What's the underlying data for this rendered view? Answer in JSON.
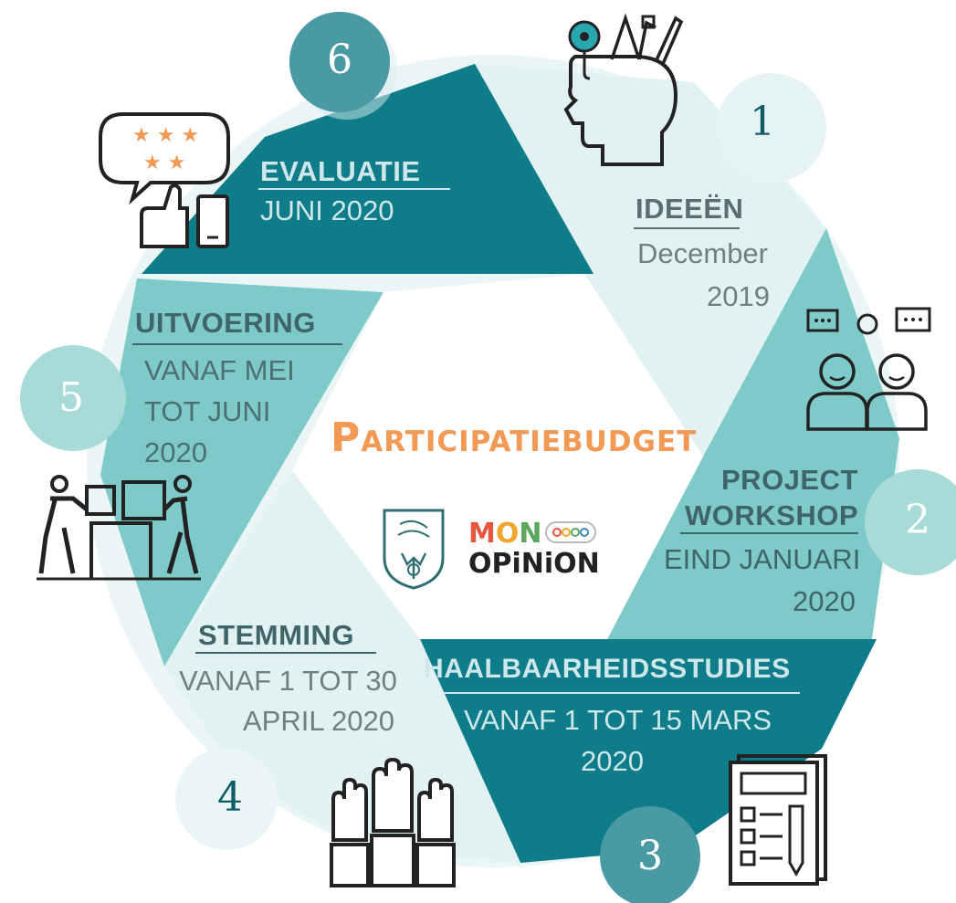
{
  "title": "Participatiebudget",
  "logo": {
    "text_top": "MON",
    "text_bottom": "OPiNiON"
  },
  "colors": {
    "dark_teal": "#0f7c89",
    "mid_teal": "#7ecac8",
    "light_teal": "#e2f2f3",
    "orange": "#f29a55",
    "gray_text": "#5a6e72"
  },
  "steps": [
    {
      "number": "1",
      "title": "IDEEËN",
      "date_lines": [
        "December",
        "2019"
      ],
      "icon": "head-ideas-icon"
    },
    {
      "number": "2",
      "title_lines": [
        "PROJECT",
        "WORKSHOP"
      ],
      "date_lines": [
        "EIND JANUARI",
        "2020"
      ],
      "icon": "team-discussion-icon"
    },
    {
      "number": "3",
      "title": "HAALBAARHEIDSSTUDIES",
      "date_lines": [
        "VANAF 1 TOT 15 MARS",
        "2020"
      ],
      "icon": "checklist-icon"
    },
    {
      "number": "4",
      "title": "STEMMING",
      "date_lines": [
        "VANAF 1 TOT 30",
        "APRIL 2020"
      ],
      "icon": "raised-hands-icon"
    },
    {
      "number": "5",
      "title": "UITVOERING",
      "date_lines": [
        "VANAF MEI",
        "TOT JUNI",
        "2020"
      ],
      "icon": "workers-building-icon"
    },
    {
      "number": "6",
      "title": "EVALUATIE",
      "date_lines": [
        "JUNI 2020"
      ],
      "icon": "rating-feedback-icon"
    }
  ]
}
